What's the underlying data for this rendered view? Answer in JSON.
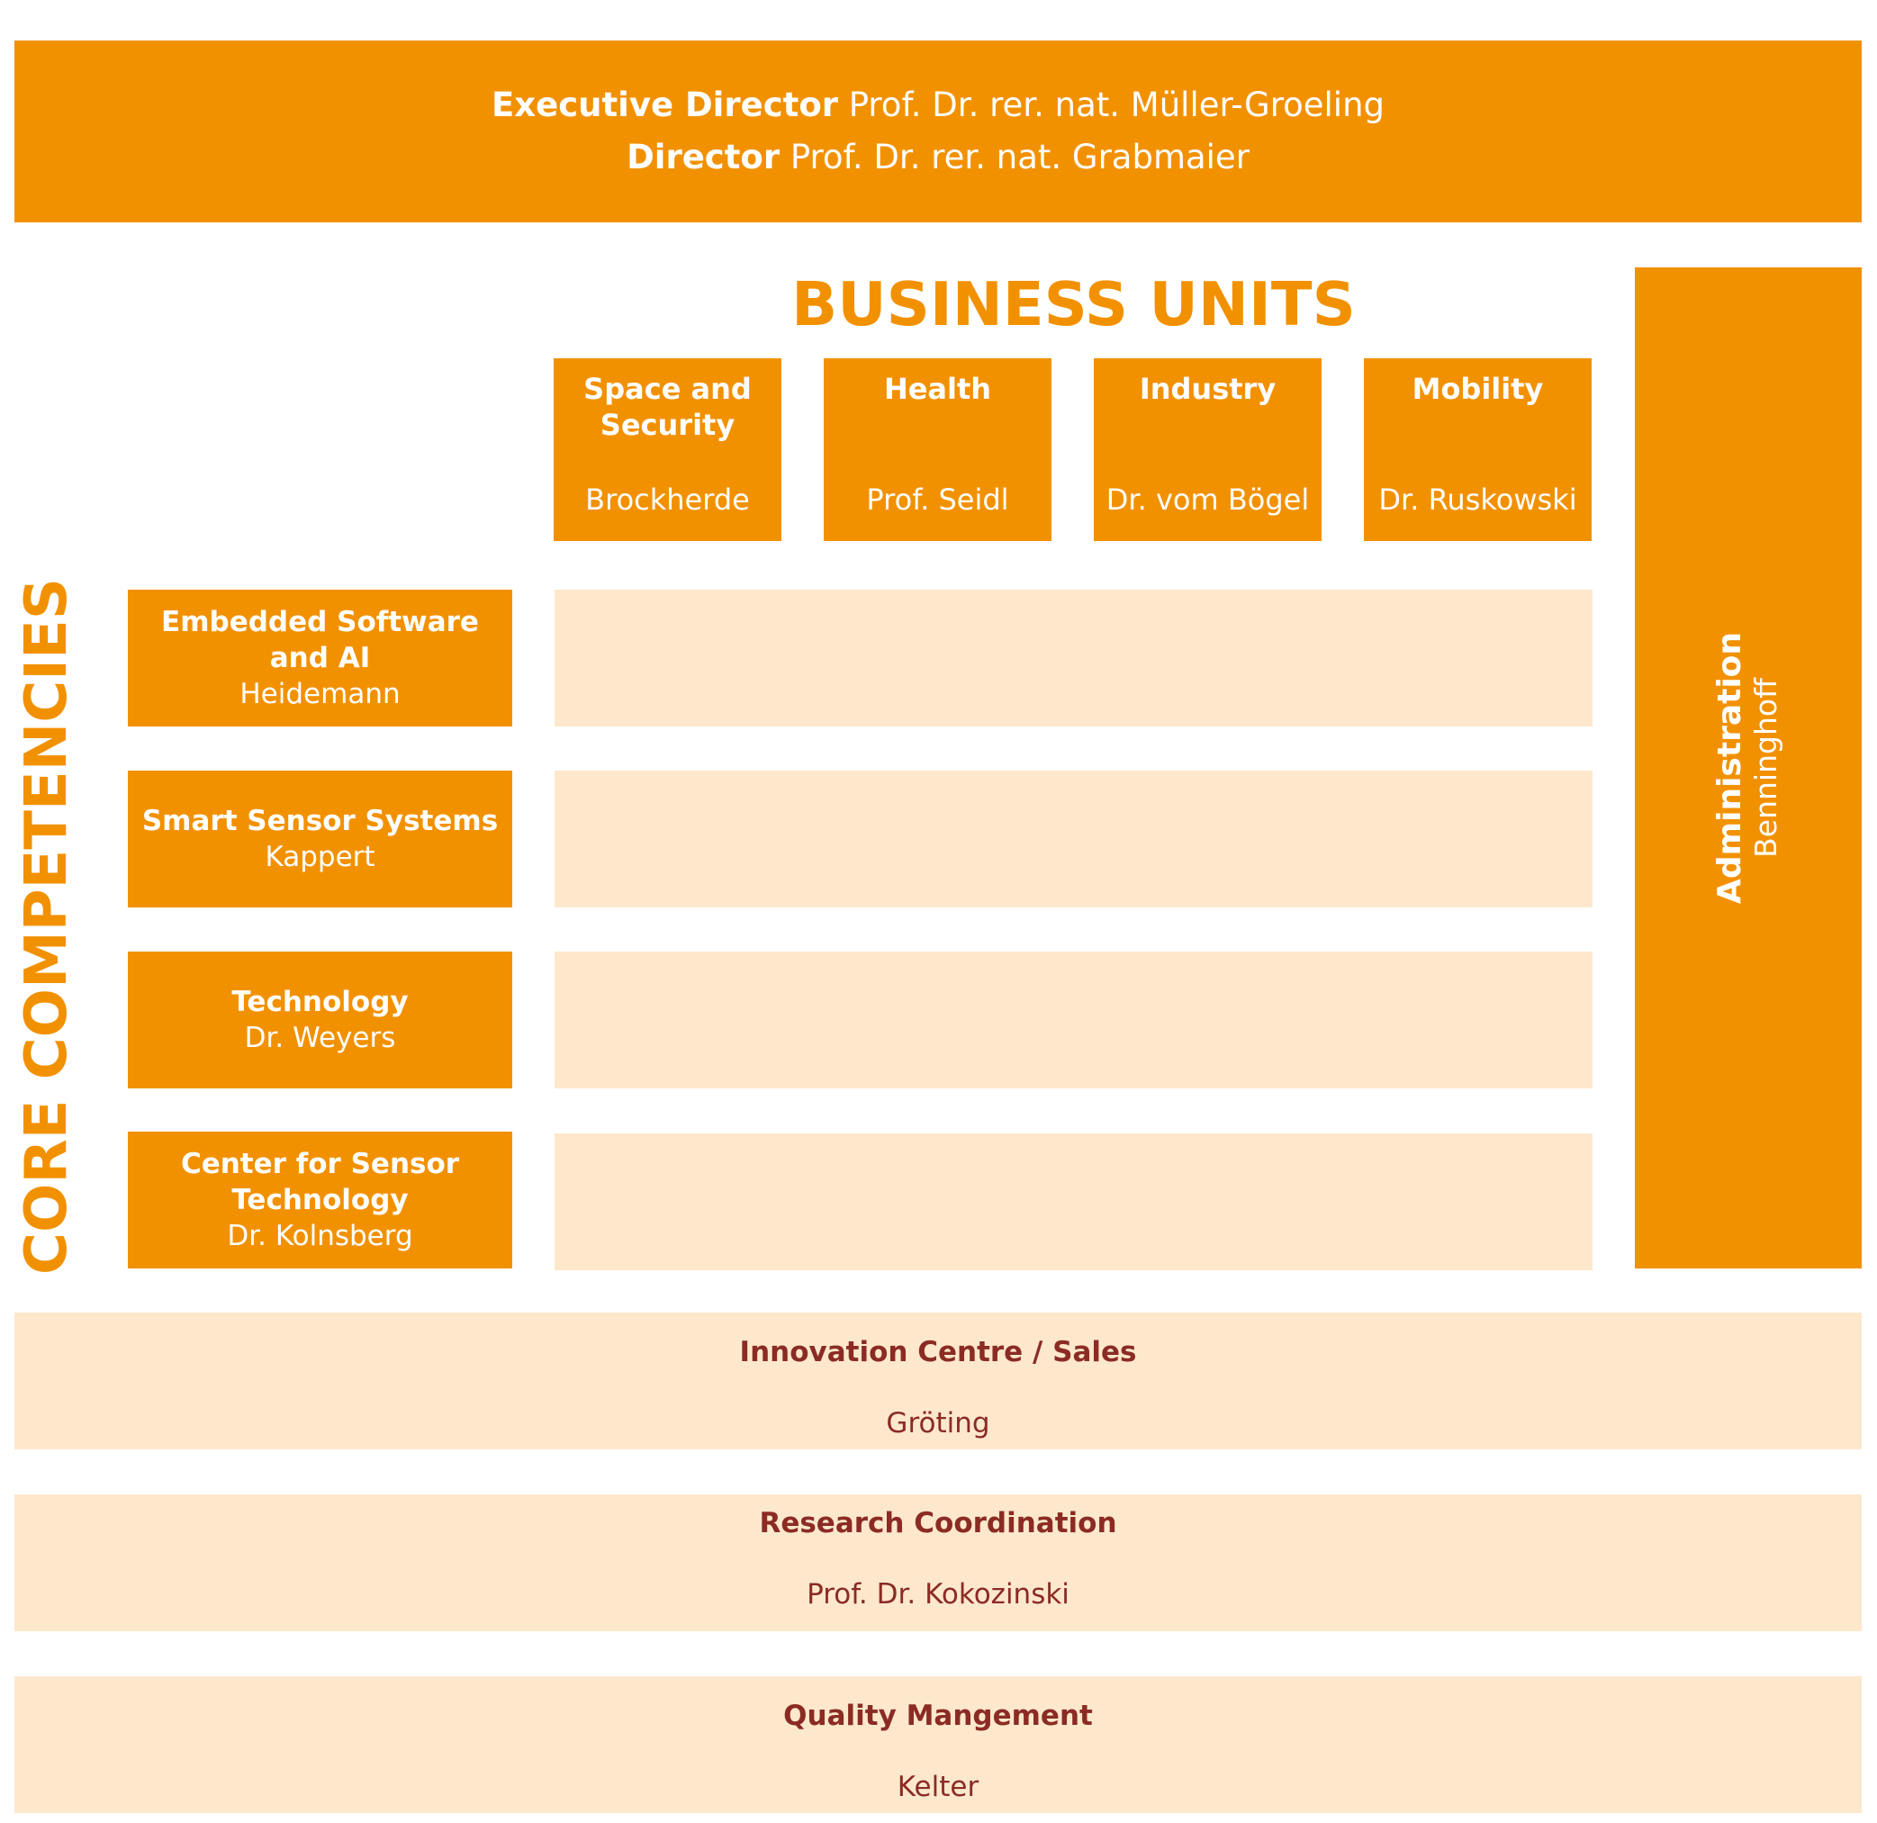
{
  "header": {
    "executive_title": "Executive Director",
    "executive_name": "Prof. Dr. rer. nat. Müller-Groeling",
    "director_title": "Director",
    "director_name": "Prof. Dr. rer. nat. Grabmaier"
  },
  "business_units": {
    "title": "BUSINESS UNITS",
    "units": [
      {
        "title": "Space and Security",
        "person": "Brockherde"
      },
      {
        "title": "Health",
        "person": "Prof. Seidl"
      },
      {
        "title": "Industry",
        "person": "Dr. vom Bögel"
      },
      {
        "title": "Mobility",
        "person": "Dr. Ruskowski"
      }
    ]
  },
  "core_competencies": {
    "title": "CORE COMPETENCIES",
    "items": [
      {
        "title": "Embedded Software and AI",
        "person": "Heidemann"
      },
      {
        "title": "Smart Sensor Systems",
        "person": "Kappert"
      },
      {
        "title": "Technology",
        "person": "Dr. Weyers"
      },
      {
        "title": "Center for Sensor Technology",
        "person": "Dr. Kolnsberg"
      }
    ]
  },
  "administration": {
    "title": "Administration",
    "person": "Benninghoff"
  },
  "bottom_units": [
    {
      "title": "Innovation Centre / Sales",
      "person": "Gröting"
    },
    {
      "title": "Research Coordination",
      "person": "Prof. Dr. Kokozinski"
    },
    {
      "title": "Quality Mangement",
      "person": "Kelter"
    }
  ],
  "colors": {
    "orange": "#f29100",
    "light": "#fde8cc",
    "dark_red": "#8b2b24",
    "white": "#ffffff"
  }
}
